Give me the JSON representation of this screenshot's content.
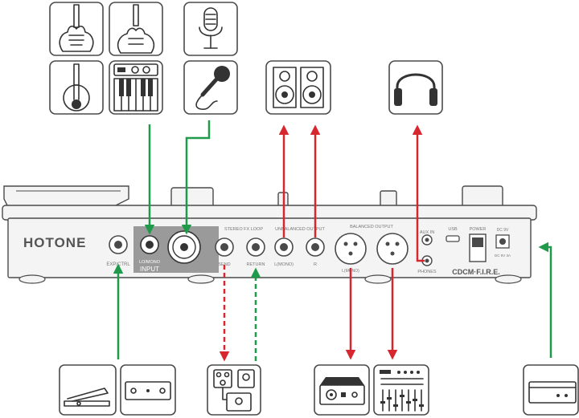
{
  "device": {
    "brand": "HOTONE",
    "model": "CDCM·F.I.R.E.",
    "labels": {
      "exp_ctrl": "EXP/CTRL",
      "input_small": "LO/MONO",
      "input": "INPUT",
      "stereo_fx_loop": "STEREO FX LOOP",
      "send": "SEND",
      "return": "RETURN",
      "unbalanced_output": "UNBALANCED OUTPUT",
      "l_mono": "L(MONO)",
      "r": "R",
      "balanced_output": "BALANCED OUTPUT",
      "l_mono_xlr": "L(MONO)",
      "aux_in": "AUX IN",
      "phones": "PHONES",
      "usb": "USB",
      "power": "POWER",
      "dc": "DC 9V",
      "dc_spec": "DC 9V 3A"
    }
  },
  "colors": {
    "green": "#1f9a4a",
    "red": "#d7262e",
    "panel": "#f4f4f4",
    "outline": "#4a4a4a",
    "highlight": "#9a9a9a"
  },
  "icons": {
    "electric_guitar": "electric-guitar-icon",
    "acoustic_guitar": "acoustic-guitar-icon",
    "studio_mic": "studio-microphone-icon",
    "bass_guitar": "bass-guitar-icon",
    "keyboard": "keyboard-icon",
    "handheld_mic": "handheld-microphone-icon",
    "monitors": "studio-monitor-icon",
    "headphones": "headphones-icon",
    "expression_pedal": "expression-pedal-icon",
    "footswitch": "footswitch-icon",
    "effects_pedals": "effects-pedals-icon",
    "audio_interface": "audio-interface-icon",
    "mixer": "mixer-icon",
    "power_supply": "power-supply-icon"
  }
}
